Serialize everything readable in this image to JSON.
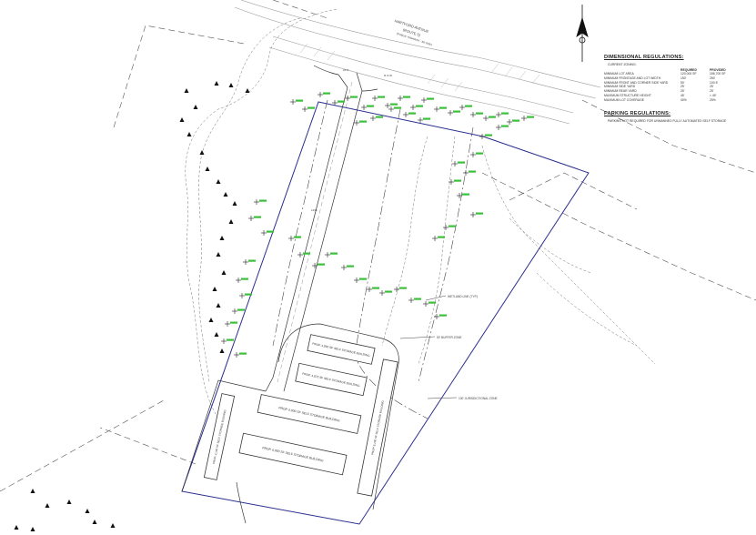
{
  "road": {
    "name": "HARTFORD AVENUE",
    "route": "(ROUTE 5)",
    "width_note": "(PUBLIC HIGHWAY - 66' R/W)"
  },
  "dimensional": {
    "title": "DIMENSIONAL REGULATIONS:",
    "zone_line": "CURRENT ZONING:",
    "col_required": "REQUIRED",
    "col_provided": "PROVIDED",
    "rows": [
      {
        "label": "MINIMUM LOT AREA",
        "required": "120,000 SF",
        "provided": "156,700 SF"
      },
      {
        "label": "MINIMUM FRONTAGE AND LOT WIDTH",
        "required": "150'",
        "provided": "250'"
      },
      {
        "label": "MINIMUM FRONT AND CORNER SIDE YARD",
        "required": "50'",
        "provided": "100.5'"
      },
      {
        "label": "MINIMUM SIDE YARD",
        "required": "25'",
        "provided": "25'"
      },
      {
        "label": "MINIMUM REAR YARD",
        "required": "25'",
        "provided": "25'"
      },
      {
        "label": "MAXIMUM STRUCTURE HEIGHT",
        "required": "45'",
        "provided": "< 45'"
      },
      {
        "label": "MAXIMUM LOT COVERAGE",
        "required": "40%",
        "provided": "25%"
      }
    ]
  },
  "parking": {
    "title": "PARKING REGULATIONS:",
    "note": "PARKING NOT REQUIRED FOR UNMANNED FULLY AUTOMATED SELF STORAGE"
  },
  "buildings": [
    {
      "label": "PROP. 4,800 SF SELF STORAGE BUILDING"
    },
    {
      "label": "PROP. 4,875 SF SELF STORAGE BUILDING"
    },
    {
      "label": "PROP. 6,000 SF SELF STORAGE BUILDING"
    },
    {
      "label": "PROP. 6,000 SF SELF STORAGE BUILDING"
    },
    {
      "label": "PROP. 2,100 SF SELF STORAGE BUILDING"
    },
    {
      "label": "PROP. 8,100 SF SELF STORAGE BUILDING"
    }
  ],
  "annotations": {
    "wetland_line": "WETLAND LINE (TYP.)",
    "buffer_zone": "50' BUFFER ZONE",
    "jurisdictional": "100' JURISDICTIONAL ZONE",
    "drive_label": "24.0'",
    "curb_label": "R.O.W.",
    "line_label": "LINE"
  },
  "colors": {
    "property_line": "#2b2f8f",
    "linework": "#333333",
    "flags": "#39c239",
    "markers": "#111111"
  }
}
